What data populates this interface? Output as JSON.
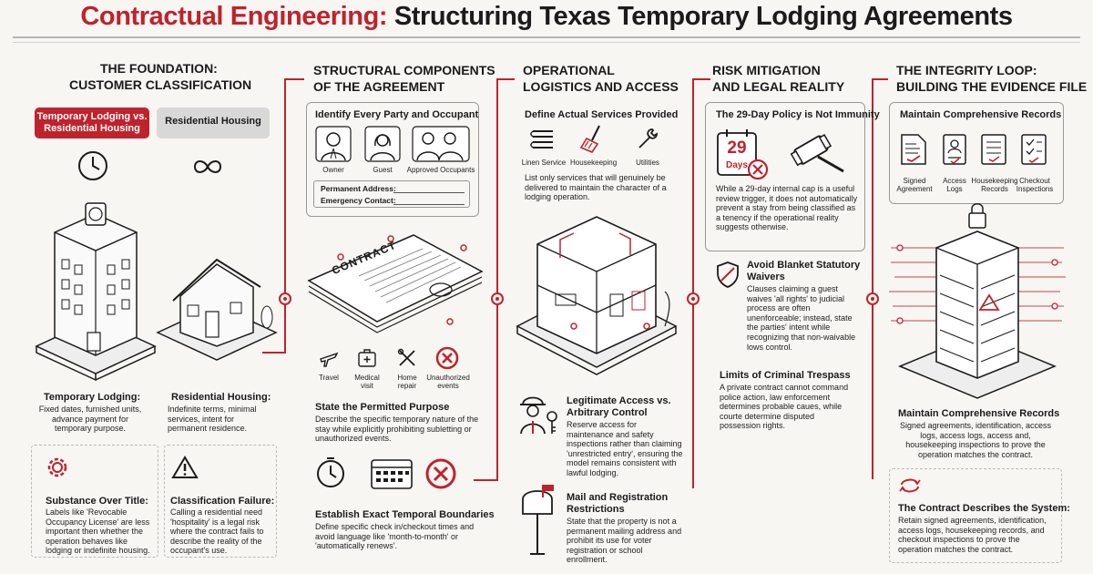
{
  "title": {
    "part1": "Contractual Engineering:",
    "part2": " Structuring Texas Temporary Lodging Agreements"
  },
  "col1": {
    "title_l1": "THE FOUNDATION:",
    "title_l2": "CUSTOMER CLASSIFICATION",
    "pill_temp_l1": "Temporary Lodging vs.",
    "pill_temp_l2": "Residential Housing",
    "pill_res": "Residential Housing",
    "temp_head": "Temporary Lodging:",
    "temp_text": "Fixed dates, furnished units, advance payment for temporary purpose.",
    "res_head": "Residential Housing:",
    "res_text": "Indefinite terms, minimal services, intent for permanent residence.",
    "sub_head": "Substance Over Title:",
    "sub_text": "Labels like 'Revocable Occupancy License' are less important then whether the operation behaves like lodging or indefinite housing.",
    "cf_head": "Classification Failure:",
    "cf_text": "Calling a residential need 'hospitality' is a legal risk where the contract fails to describe the reality of the occupant's use."
  },
  "col2": {
    "title_l1": "STRUCTURAL COMPONENTS",
    "title_l2": "OF THE AGREEMENT",
    "party_head": "Identify Every Party and Occupant",
    "owner": "Owner",
    "guest": "Guest",
    "approved": "Approved Occupants",
    "perm_addr": "Permanent Address:",
    "emerg": "Emergency Contact:",
    "contract_word": "CONTRACT",
    "travel": "Travel",
    "medical_l1": "Medical",
    "medical_l2": "visit",
    "home_l1": "Home",
    "home_l2": "repair",
    "unauth_l1": "Unauthorized",
    "unauth_l2": "events",
    "purpose_head": "State the Permitted Purpose",
    "purpose_text": "Describe the specific temporary nature of the stay while explicitly prohibiting subletting or unauthorized events.",
    "temporal_head": "Establish Exact Temporal Boundaries",
    "temporal_text": "Define specific check in/checkout times and avoid language like 'month-to-month' or 'automatically renews'."
  },
  "col3": {
    "title_l1": "OPERATIONAL",
    "title_l2": "LOGISTICS AND ACCESS",
    "services_head": "Define Actual Services Provided",
    "linen": "Linen Service",
    "housekeeping": "Housekeeping",
    "utilities": "Utilities",
    "services_text": "List only services that will genuinely be delivered to maintain the character of a lodging operation.",
    "access_head_l1": "Legitimate Access vs.",
    "access_head_l2": "Arbitrary Control",
    "access_text": "Reserve access for maintenance and safety inspections rather than claiming 'unrestricted entry', ensuring the model remains consistent with lawful lodging.",
    "mail_head_l1": "Mail and Registration",
    "mail_head_l2": "Restrictions",
    "mail_text": "State that the property is not a permanent mailing address and prohibit its use for voter registration or school enrollment."
  },
  "col4": {
    "title_l1": "RISK MITIGATION",
    "title_l2": "AND LEGAL REALITY",
    "policy_head": "The 29-Day Policy is Not Immunity",
    "cal_num": "29",
    "cal_days": "Days",
    "policy_text": "While a 29-day internal cap is a useful review trigger, it does not automatically prevent a stay from being classified as a tenency if the operational reality suggests otherwise.",
    "waiver_head_l1": "Avoid Blanket Statutory",
    "waiver_head_l2": "Waivers",
    "waiver_text": "Clauses claiming a guest waives 'all rights' to judicial process are often unenforceable; instead, state the parties' intent while recognizing that non-waivable lows control.",
    "trespass_head": "Limits of Criminal Trespass",
    "trespass_text": "A private contract cannot command police action, law enforcement determines probable caues, while courte determine disputed possession rights."
  },
  "col5": {
    "title_l1": "THE INTEGRITY LOOP:",
    "title_l2": "BUILDING THE EVIDENCE FILE",
    "records_head": "Maintain Comprehensive Records",
    "signed_l1": "Signed",
    "signed_l2": "Agreement",
    "access_l1": "Access",
    "access_l2": "Logs",
    "hk_l1": "Housekeeping",
    "hk_l2": "Records",
    "checkout_l1": "Checkout",
    "checkout_l2": "Inspections",
    "records2_head": "Maintain Comprehensive Records",
    "records2_text": "Signed agreements, identification, access logs, access logs, access and, housekeeping inspections to prove the operation matches the contract.",
    "system_head": "The Contract Describes the System:",
    "system_text": "Retain signed agreements, identification, access logs, housekeeping records, and checkout inspections to prove the operation matches the contract."
  },
  "colors": {
    "accent": "#c0222b",
    "ink": "#1b1b1b",
    "paper": "#f7f6f3"
  }
}
